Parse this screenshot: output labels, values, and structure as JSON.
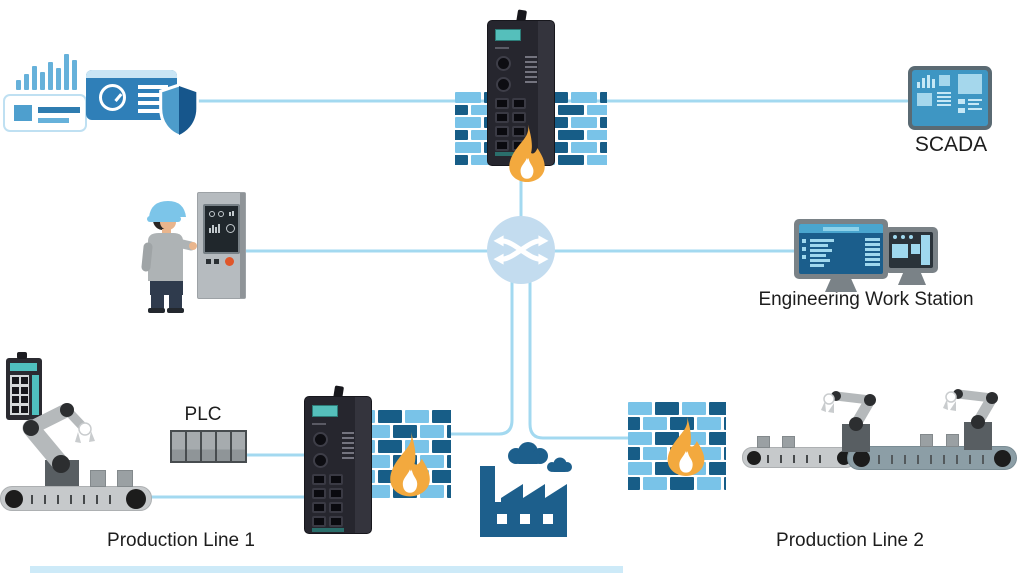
{
  "labels": {
    "scada": "SCADA",
    "engineering_workstation": "Engineering Work Station",
    "plc": "PLC",
    "production_line_1": "Production Line 1",
    "production_line_2": "Production Line 2"
  },
  "colors": {
    "wire": "#a3d9f0",
    "brick_light": "#79c3e8",
    "brick_dark": "#175d87",
    "flame": "#f3a93e",
    "flame_inner": "#ffffff",
    "device_body": "#26262e",
    "device_teal": "#55bfbb",
    "factory_blue": "#1d5f8c",
    "panel_blue": "#2f7fb8",
    "bar_blue": "#66b1da",
    "switch_fill": "#c3dcef",
    "equipment_gray": "#b5b9bb",
    "joint_dark": "#2c2e30"
  },
  "icons": {
    "dashboard_cluster": [
      "bar-chart-icon",
      "report-card-icon",
      "gauge-panel-icon",
      "shield-icon"
    ],
    "firewall": "brick-wall-with-flame-icon",
    "secure_router": "industrial-secure-router-icon",
    "network_switch": "crossed-arrows-switch-icon",
    "operator": "worker-with-hmi-panel-icon",
    "scada_station": "scada-monitor-icon",
    "engineering_station": "dual-monitor-workstation-icon",
    "plc_device": "plc-module-icon",
    "factory": "factory-with-smoke-icon",
    "robot": "robot-arm-icon",
    "conveyor": "conveyor-belt-icon"
  },
  "connections": [
    "monitoring-dashboard - firewall-top - SCADA",
    "firewall-top - network-switch",
    "operator-hmi - network-switch",
    "network-switch - engineering-workstation",
    "network-switch - firewall-production-line-1",
    "network-switch - firewall-production-line-2",
    "plc - firewall-production-line-1",
    "production-line-1-conveyor - firewall-production-line-1"
  ]
}
